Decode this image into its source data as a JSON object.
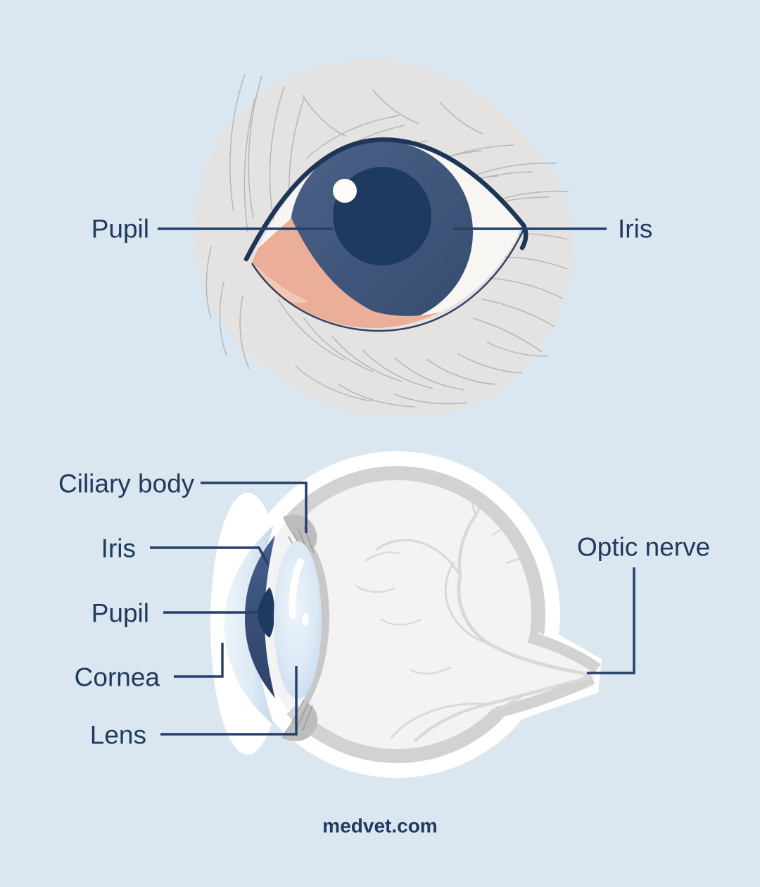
{
  "page": {
    "background_color": "#dae6f0",
    "footer_brand": "medvet.com"
  },
  "figure": {
    "external_view": {
      "labels": {
        "pupil": "Pupil",
        "iris": "Iris"
      }
    },
    "cross_section": {
      "labels": {
        "ciliary_body": "Ciliary body",
        "iris": "Iris",
        "pupil": "Pupil",
        "cornea": "Cornea",
        "lens": "Lens",
        "optic_nerve": "Optic nerve"
      }
    },
    "palette": {
      "label_text": "#1f3a5f",
      "leader_line": "#24406b",
      "fur": "#e5e3e1",
      "hair_stroke": "#b2b2b2",
      "iris_blue": "#41567b",
      "pupil_navy": "#1e3a60",
      "sclera_white": "#f7f6f3",
      "eyelid_pink": "#eaae99",
      "eyelid_pink_light": "#f3c6b5",
      "eyeball_white": "#ffffff",
      "sclera_ring_gray": "#d2d2d2",
      "interior_gray": "#f3f3f3",
      "vessel_gray": "#d9d9d9",
      "cornea_blue": "#cfe0ef",
      "lens_blue": "#dbe9f5",
      "navy_outline": "#1d3557"
    }
  }
}
